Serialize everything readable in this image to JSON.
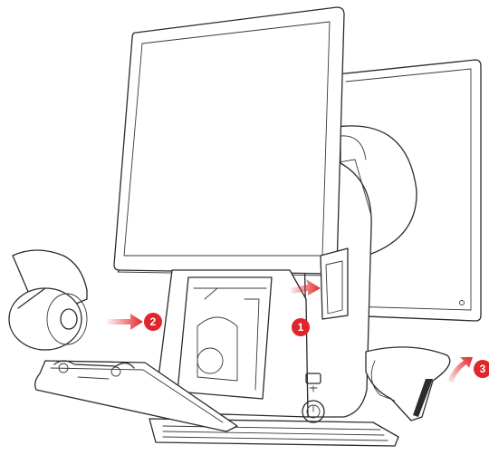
{
  "callouts": [
    {
      "number": "1",
      "color": "#e0262b"
    },
    {
      "number": "2",
      "color": "#e0262b"
    },
    {
      "number": "3",
      "color": "#e0262b"
    }
  ],
  "arrow_color": "#e0262b",
  "icons": [
    "usb-port-icon",
    "power-button-icon",
    "paper-roll-icon",
    "arrow-icon"
  ]
}
